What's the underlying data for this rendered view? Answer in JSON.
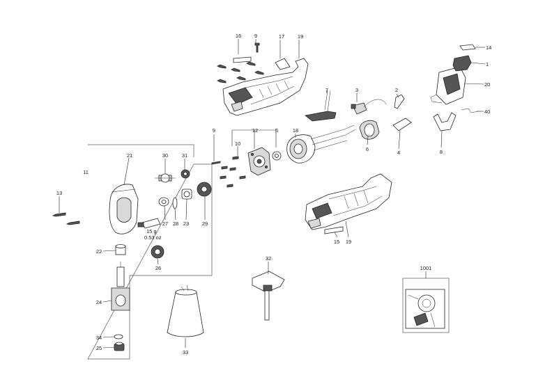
{
  "labels": {
    "p1": "1",
    "p2": "2",
    "p3": "3",
    "p4": "4",
    "p5": "5",
    "p6": "6",
    "p7": "7",
    "p8": "8",
    "p9a": "9",
    "p9b": "9",
    "p10": "10",
    "p11": "11",
    "p12": "12",
    "p13": "13",
    "p14": "14",
    "p15": "15",
    "p16": "16",
    "p17": "17",
    "p18": "18",
    "p19a": "19",
    "p19b": "19",
    "p20": "20",
    "p21": "21",
    "p22": "22",
    "p23": "23",
    "p24": "24",
    "p25": "25",
    "p26": "26",
    "p27": "27",
    "p28": "28",
    "p29": "29",
    "p30": "30",
    "p31": "31",
    "p32": "32",
    "p33": "33",
    "p34": "34",
    "p40": "40",
    "p1001": "1001"
  },
  "grease_note": {
    "grams": "15 g",
    "ounces": "0.53 oz"
  }
}
